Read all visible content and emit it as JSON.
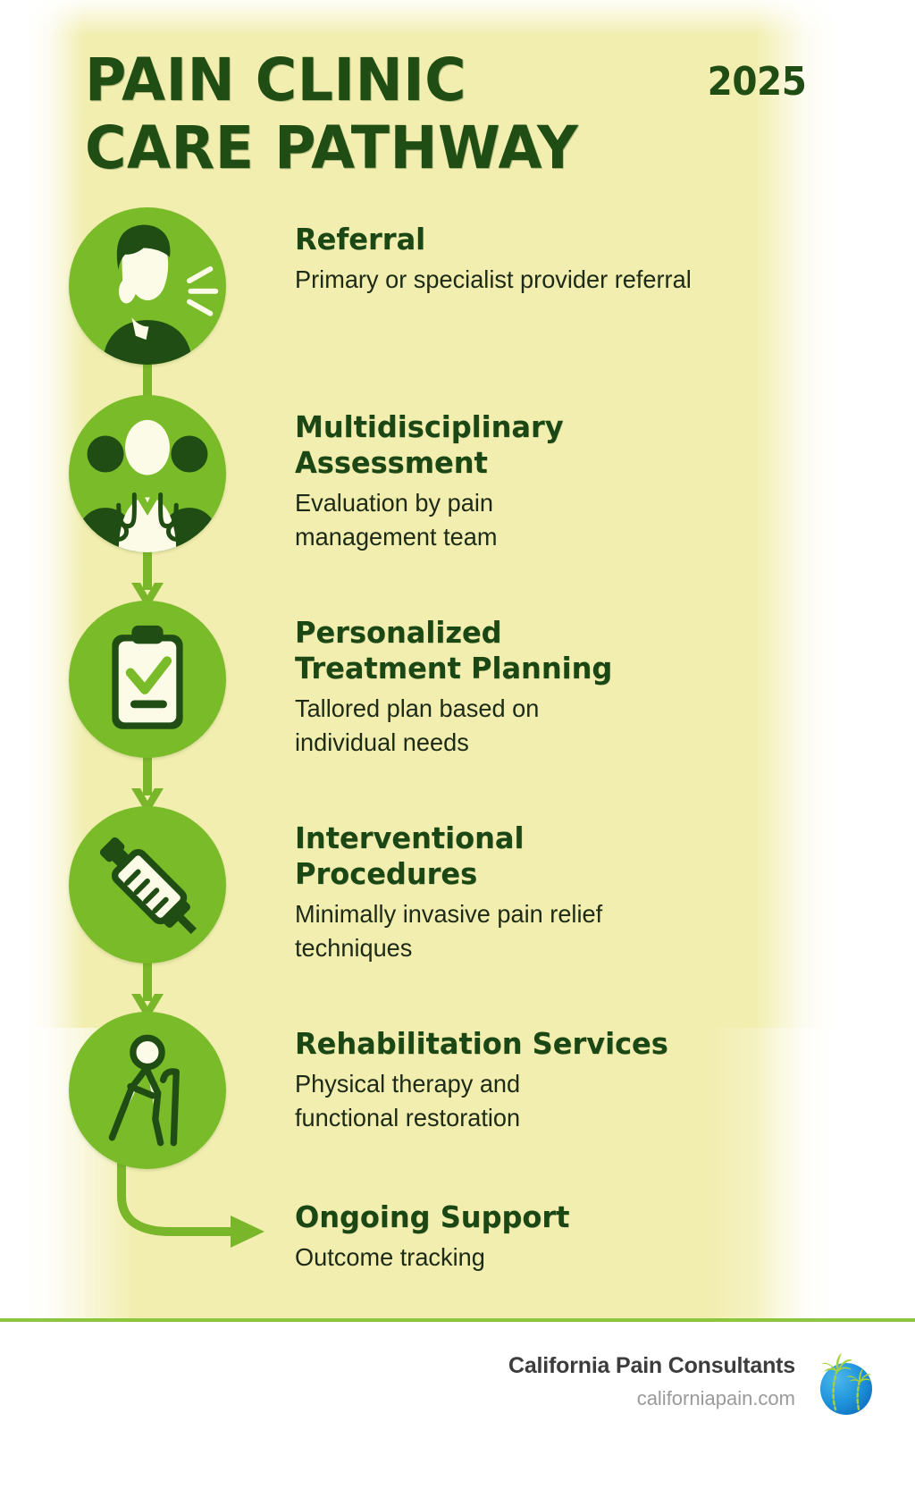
{
  "header": {
    "title_line1": "PAIN CLINIC",
    "title_line2": "CARE PATHWAY",
    "year": "2025"
  },
  "colors": {
    "background_band": "#f2eeb0",
    "page_background": "#ffffff",
    "title_green": "#1f4d13",
    "icon_circle_green": "#79bb29",
    "icon_dark_green": "#1f4d13",
    "icon_cream": "#fcfbe8",
    "arrow_green": "#7ab62a",
    "footer_rule_green": "#8cc63e",
    "footer_brand_gray": "#3c3c3c",
    "footer_url_gray": "#9a9a9a",
    "logo_blue": "#1f8fd6",
    "logo_palm_green": "#a8d13c"
  },
  "steps": [
    {
      "icon": "patient-referral-icon",
      "title": "Referral",
      "description": "Primary or specialist provider referral"
    },
    {
      "icon": "medical-team-icon",
      "title": "Multidisciplinary Assessment",
      "description": "Evaluation by pain management team"
    },
    {
      "icon": "clipboard-checklist-icon",
      "title": "Personalized Treatment Planning",
      "description": "Tallored plan based on individual needs"
    },
    {
      "icon": "syringe-icon",
      "title": "Interventional Procedures",
      "description": "Minimally invasive pain relief techniques"
    },
    {
      "icon": "walking-cane-icon",
      "title": "Rehabilitation Services",
      "description": "Physical therapy and functional restoration"
    },
    {
      "icon": "curved-arrow-icon",
      "title": "Ongoing Support",
      "description": "Outcome tracking"
    }
  ],
  "footer": {
    "brand": "California Pain Consultants",
    "url": "californiapain.com",
    "logo": "palm-tree-globe-logo"
  }
}
